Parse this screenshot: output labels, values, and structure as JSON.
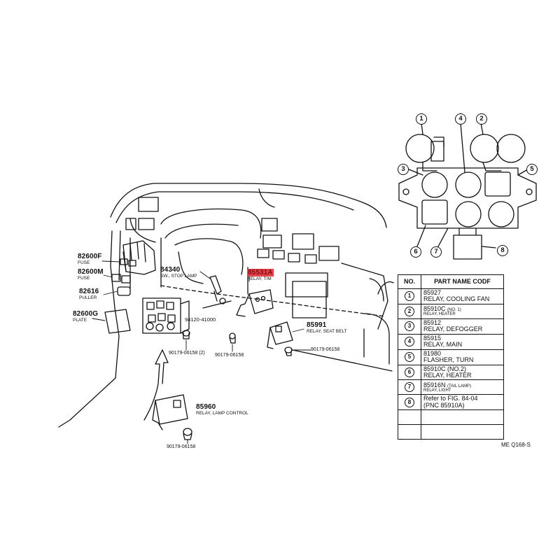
{
  "parts": {
    "p82600F": {
      "no": "82600F",
      "desc": "FUSE"
    },
    "p82600M": {
      "no": "82600M",
      "desc": "FUSE"
    },
    "p82616": {
      "no": "82616",
      "desc": "PULLER"
    },
    "p82600G": {
      "no": "82600G",
      "desc": "PLATE"
    },
    "p84340": {
      "no": "84340",
      "desc": "SW., STOP LAMP"
    },
    "p85531A": {
      "no": "85531A",
      "desc": "RELAY, T/M"
    },
    "p94120": {
      "no": "94120-41000"
    },
    "p85991": {
      "no": "85991",
      "desc": "RELAY, SEAT BELT"
    },
    "n1": {
      "no": "90179-06158 (2)"
    },
    "n2": {
      "no": "90179-06158"
    },
    "n3": {
      "no": "90179-06158"
    },
    "p85960": {
      "no": "85960",
      "desc": "RELAY, LAMP CONTROL"
    },
    "n4": {
      "no": "90179-06158"
    }
  },
  "relay_callouts": [
    "1",
    "2",
    "3",
    "4",
    "5",
    "6",
    "7",
    "8"
  ],
  "legend": {
    "col_no": "NO.",
    "col_name": "PART NAME CODF",
    "rows": [
      {
        "n": "1",
        "pno": "85927",
        "extra": "",
        "name": "RELAY, COOLING FAN"
      },
      {
        "n": "2",
        "pno": "85910C",
        "extra": "(NO. 1)",
        "name": "RELAY, HEATER"
      },
      {
        "n": "3",
        "pno": "85912",
        "extra": "",
        "name": "RELAY, DEFOGGER"
      },
      {
        "n": "4",
        "pno": "85915",
        "extra": "",
        "name": "RELAY, MAIN"
      },
      {
        "n": "5",
        "pno": "81980",
        "extra": "",
        "name": "FLASHER, TURN"
      },
      {
        "n": "6",
        "pno": "85910C",
        "extra": "(NO.2)",
        "name": "RELAY, HEATER"
      },
      {
        "n": "7",
        "pno": "85916N",
        "extra": "(TAIL LAMP)",
        "name": "RELAY, LIGHT"
      },
      {
        "n": "8",
        "pno": "Refer to FIG. 84-04",
        "extra": "",
        "name": "(PNC 85910A)"
      }
    ]
  },
  "figure_code": "ME Q168-S",
  "colors": {
    "line": "#111111",
    "highlight": "#e8424a"
  }
}
